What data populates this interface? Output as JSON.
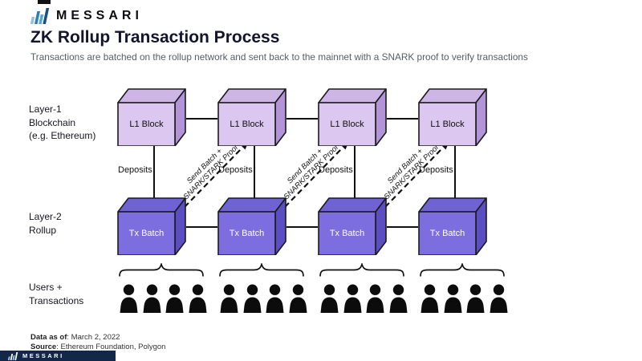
{
  "header": {
    "brand": "MESSARI",
    "title": "ZK Rollup Transaction Process",
    "subtitle": "Transactions are batched on the rollup network and sent back to the mainnet with a SNARK proof to verify transactions"
  },
  "row_labels": {
    "layer1_line1": "Layer-1",
    "layer1_line2": "Blockchain",
    "layer1_line3": "(e.g. Ethereum)",
    "layer2_line1": "Layer-2",
    "layer2_line2": "Rollup",
    "users_line1": "Users +",
    "users_line2": "Transactions"
  },
  "diagram": {
    "l1_block_label": "L1 Block",
    "tx_batch_label": "Tx Batch",
    "deposits_label": "Deposits",
    "send_batch_line1": "Send Batch +",
    "send_batch_line2": "SNARK/STARK Proof",
    "column_count": 4,
    "users_per_group": 4,
    "colors": {
      "l1_front": "#DBC7EF",
      "l1_top": "#CDB6E6",
      "l1_side": "#B394D8",
      "tx_front": "#7C6EDF",
      "tx_top": "#6F62D3",
      "tx_side": "#5B4EC2",
      "line": "#111111"
    }
  },
  "footer": {
    "data_as_of_label": "Data as of",
    "data_as_of_value": ": March 2, 2022",
    "source_label": "Source",
    "source_value": ": Ethereum Foundation, Polygon",
    "brand": "MESSARI"
  }
}
